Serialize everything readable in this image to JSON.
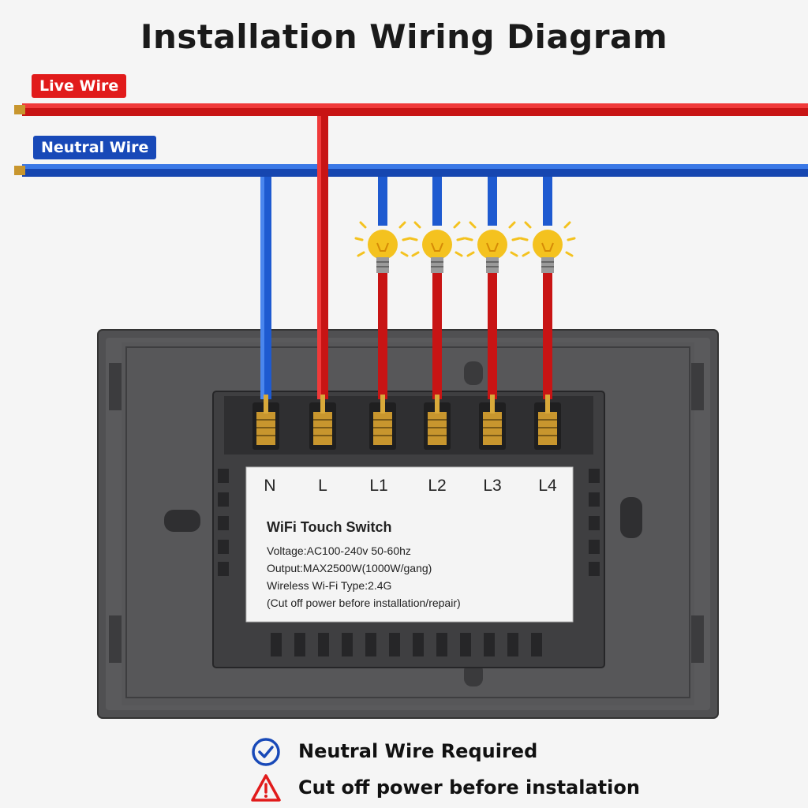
{
  "title": "Installation Wiring Diagram",
  "wires": {
    "live_label": "Live Wire",
    "neutral_label": "Neutral Wire"
  },
  "colors": {
    "live": "#e11b1b",
    "neutral": "#1e5ad0",
    "panel": "#4a4a4c",
    "brass": "#c8962e",
    "bulb": "#f4c21f"
  },
  "terminals": [
    "N",
    "L",
    "L1",
    "L2",
    "L3",
    "L4"
  ],
  "label_card": {
    "title": "WiFi Touch Switch",
    "voltage": "Voltage:AC100-240v 50-60hz",
    "output": "Output:MAX2500W(1000W/gang)",
    "wireless": "Wireless Wi-Fi Type:2.4G",
    "caution": "(Cut off power before installation/repair)"
  },
  "notes": {
    "neutral_required": "Neutral Wire Required",
    "cut_power": "Cut off power before instalation"
  },
  "icons": {
    "check": "check-circle-icon",
    "warning": "warning-triangle-icon",
    "bulb": "light-bulb-icon"
  }
}
